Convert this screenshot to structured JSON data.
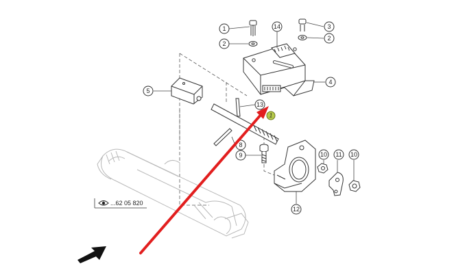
{
  "callouts": {
    "c1": "1",
    "c2a": "2",
    "c3": "3",
    "c2b": "2",
    "c14": "14",
    "c4": "4",
    "c5": "5",
    "c13": "13",
    "c8": "8",
    "c9": "9",
    "c10a": "10",
    "c11": "11",
    "c10b": "10",
    "c12": "12"
  },
  "marker": {
    "label": "1",
    "color": "#b5c94a"
  },
  "reference": {
    "code": "...62 05 820",
    "icon": "eye-icon"
  },
  "colors": {
    "arrow": "#e21e1e",
    "pointer": "#111111",
    "line": "#333333"
  }
}
